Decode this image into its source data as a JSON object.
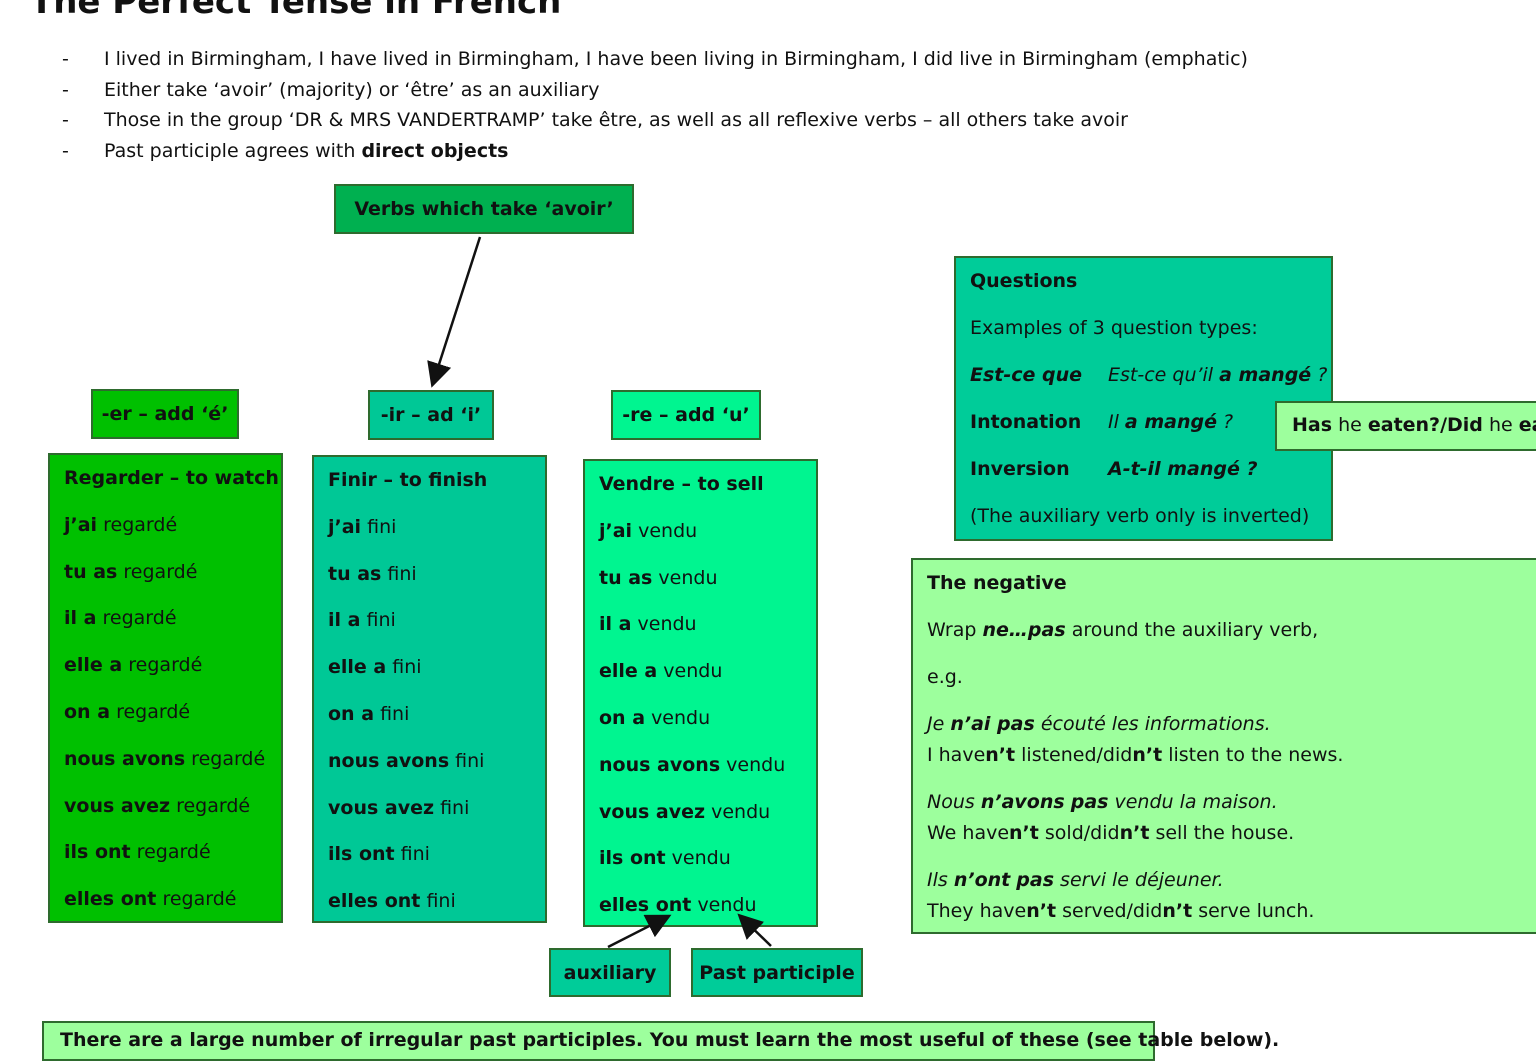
{
  "title": "The Perfect Tense in French",
  "bullets": [
    "I lived in Birmingham, I have lived in Birmingham, I have been living in Birmingham, I did live in Birmingham (emphatic)",
    "Either take ‘avoir’ (majority) or ‘être’ as an auxiliary",
    "Those in the group ‘DR & MRS VANDERTRAMP’ take être, as well as all reflexive verbs – all others take avoir"
  ],
  "bullet4": {
    "prefix": "Past participle agrees with ",
    "bold": "direct objects"
  },
  "avoir_label": "Verbs which take ‘avoir’",
  "labels": {
    "er": "-er – add ‘é’",
    "ir": "-ir – ad ‘i’",
    "re": "-re – add ‘u’"
  },
  "columns": {
    "er": {
      "heading": "Regarder – to watch",
      "rows": [
        {
          "aux": "j’ai",
          "pp": "regardé"
        },
        {
          "aux": "tu as",
          "pp": "regardé"
        },
        {
          "aux": "il a",
          "pp": "regardé"
        },
        {
          "aux": "elle a",
          "pp": "regardé"
        },
        {
          "aux": "on a",
          "pp": "regardé"
        },
        {
          "aux": "nous avons",
          "pp": "regardé"
        },
        {
          "aux": "vous avez",
          "pp": "regardé"
        },
        {
          "aux": "ils ont",
          "pp": "regardé"
        },
        {
          "aux": "elles ont",
          "pp": "regardé"
        }
      ]
    },
    "ir": {
      "heading": "Finir – to finish",
      "rows": [
        {
          "aux": "j’ai",
          "pp": "fini"
        },
        {
          "aux": "tu as",
          "pp": "fini"
        },
        {
          "aux": "il a",
          "pp": "fini"
        },
        {
          "aux": "elle a",
          "pp": "fini"
        },
        {
          "aux": "on a",
          "pp": "fini"
        },
        {
          "aux": "nous avons",
          "pp": "fini"
        },
        {
          "aux": "vous avez",
          "pp": "fini"
        },
        {
          "aux": "ils ont",
          "pp": "fini"
        },
        {
          "aux": "elles ont",
          "pp": "fini"
        }
      ]
    },
    "re": {
      "heading": "Vendre – to sell",
      "rows": [
        {
          "aux": "j’ai",
          "pp": "vendu"
        },
        {
          "aux": "tu as",
          "pp": "vendu"
        },
        {
          "aux": "il a",
          "pp": "vendu"
        },
        {
          "aux": "elle a",
          "pp": "vendu"
        },
        {
          "aux": "on a",
          "pp": "vendu"
        },
        {
          "aux": "nous avons",
          "pp": "vendu"
        },
        {
          "aux": "vous avez",
          "pp": "vendu"
        },
        {
          "aux": "ils ont",
          "pp": "vendu"
        },
        {
          "aux": "elles ont",
          "pp": "vendu"
        }
      ]
    }
  },
  "auxiliary_label": "auxiliary",
  "past_participle_label": "Past participle",
  "questions": {
    "heading": "Questions",
    "intro": "Examples of 3 question types:",
    "estceque_key": "Est-ce que",
    "estceque_ex_a": "Est-ce qu’il ",
    "estceque_ex_b": "a mangé",
    "estceque_ex_c": " ?",
    "intonation_key": "Intonation",
    "intonation_ex_a": "Il ",
    "intonation_ex_b": "a mangé",
    "intonation_ex_c": " ?",
    "inversion_key": "Inversion",
    "inversion_ex": "A-t-il mangé ?",
    "note": "(The auxiliary verb only is inverted)"
  },
  "translation": {
    "b1": "Has",
    "t1": " he ",
    "b2": "eaten?/Did",
    "t2": " he ",
    "b3": "eat?"
  },
  "negative": {
    "heading": "The negative",
    "wrap_a": "Wrap ",
    "wrap_b": "ne…pas",
    "wrap_c": " around the auxiliary verb,",
    "eg": "e.g.",
    "ex1_a": "Je ",
    "ex1_b": "n’ai pas",
    "ex1_c": " écouté les informations.",
    "tr1_a": "I have",
    "tr1_b": "n’t",
    "tr1_c": " listened/did",
    "tr1_d": "n’t",
    "tr1_e": " listen to the news.",
    "ex2_a": "Nous ",
    "ex2_b": "n’avons",
    "ex2_c": " ",
    "ex2_d": "pas",
    "ex2_e": " vendu la maison.",
    "tr2_a": "We have",
    "tr2_b": "n’t",
    "tr2_c": " sold/did",
    "tr2_d": "n’t",
    "tr2_e": " sell the house.",
    "ex3_a": "Ils ",
    "ex3_b": "n’ont",
    "ex3_c": " ",
    "ex3_d": "pas",
    "ex3_e": " servi le déjeuner.",
    "tr3_a": "They have",
    "tr3_b": "n’t",
    "tr3_c": " served/did",
    "tr3_d": "n’t",
    "tr3_e": " serve lunch."
  },
  "footer": "There are a large number of irregular past participles. You must learn the most useful of these (see table below).",
  "colors": {
    "er_green": "#00c000",
    "ir_teal": "#00c896",
    "re_mint": "#00f590",
    "questions_teal": "#00cc99",
    "negative_lightgreen": "#9dff9d",
    "avoir_green": "#00b050"
  }
}
